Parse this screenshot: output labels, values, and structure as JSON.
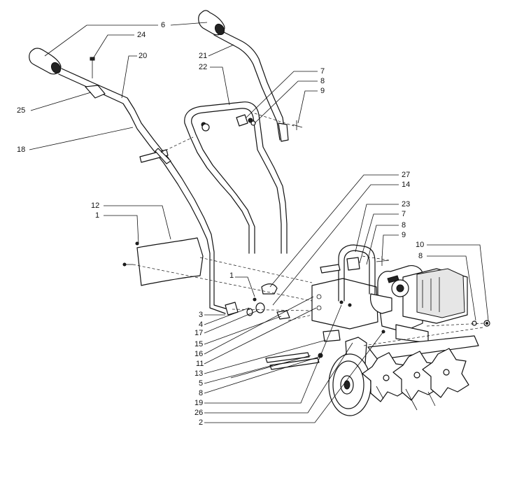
{
  "callouts": [
    {
      "id": "c-6a",
      "text": "6"
    },
    {
      "id": "c-24",
      "text": "24"
    },
    {
      "id": "c-20",
      "text": "20"
    },
    {
      "id": "c-25",
      "text": "25"
    },
    {
      "id": "c-18",
      "text": "18"
    },
    {
      "id": "c-21",
      "text": "21"
    },
    {
      "id": "c-22",
      "text": "22"
    },
    {
      "id": "c-7a",
      "text": "7"
    },
    {
      "id": "c-8a",
      "text": "8"
    },
    {
      "id": "c-9a",
      "text": "9"
    },
    {
      "id": "c-27",
      "text": "27"
    },
    {
      "id": "c-14",
      "text": "14"
    },
    {
      "id": "c-23",
      "text": "23"
    },
    {
      "id": "c-7b",
      "text": "7"
    },
    {
      "id": "c-8b",
      "text": "8"
    },
    {
      "id": "c-9b",
      "text": "9"
    },
    {
      "id": "c-10",
      "text": "10"
    },
    {
      "id": "c-8c",
      "text": "8"
    },
    {
      "id": "c-12",
      "text": "12"
    },
    {
      "id": "c-1a",
      "text": "1"
    },
    {
      "id": "c-1b",
      "text": "1"
    },
    {
      "id": "c-3",
      "text": "3"
    },
    {
      "id": "c-4",
      "text": "4"
    },
    {
      "id": "c-17",
      "text": "17"
    },
    {
      "id": "c-15",
      "text": "15"
    },
    {
      "id": "c-16",
      "text": "16"
    },
    {
      "id": "c-11",
      "text": "11"
    },
    {
      "id": "c-13",
      "text": "13"
    },
    {
      "id": "c-5",
      "text": "5"
    },
    {
      "id": "c-8d",
      "text": "8"
    },
    {
      "id": "c-19",
      "text": "19"
    },
    {
      "id": "c-26",
      "text": "26"
    },
    {
      "id": "c-2",
      "text": "2"
    }
  ]
}
